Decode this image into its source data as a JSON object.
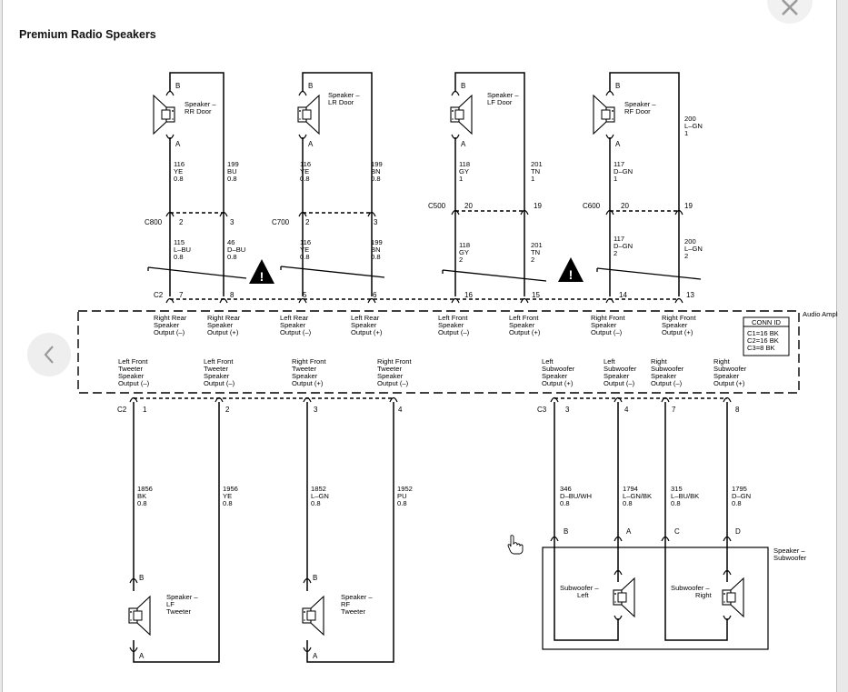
{
  "title": "Premium Radio Speakers",
  "amplifier": {
    "name": "Audio Amplifier",
    "conn_id_title": "CONN ID",
    "conn_id_lines": [
      "C1=16 BK",
      "C2=16 BK",
      "C3=8 BK"
    ]
  },
  "warning_symbol": "!",
  "connectors": {
    "C800a": "C800",
    "C700": "C700",
    "C500": "C500",
    "C600": "C600",
    "C2top": "C2",
    "C2bot": "C2",
    "C3": "C3"
  },
  "speakers": {
    "rr": {
      "name": [
        "Speaker –",
        "RR Door"
      ]
    },
    "lr": {
      "name": [
        "Speaker –",
        "LR Door"
      ]
    },
    "lf": {
      "name": [
        "Speaker –",
        "LF Door"
      ]
    },
    "rf": {
      "name": [
        "Speaker –",
        "RF Door"
      ]
    },
    "lft": {
      "name": [
        "Speaker –",
        "LF",
        "Tweeter"
      ]
    },
    "rft": {
      "name": [
        "Speaker –",
        "RF",
        "Tweeter"
      ]
    },
    "subl": {
      "name": [
        "Subwoofer –",
        "Left"
      ]
    },
    "subr": {
      "name": [
        "Subwoofer –",
        "Right"
      ]
    },
    "sub": {
      "name": [
        "Speaker –",
        "Subwoofer"
      ]
    }
  },
  "pins": {
    "B": "B",
    "A": "A",
    "C": "C",
    "D": "D",
    "c800_2": "2",
    "c800_3": "3",
    "c700_2": "2",
    "c700_3": "3",
    "c500_20": "20",
    "c500_19": "19",
    "c600_20": "20",
    "c600_19": "19",
    "amp_7": "7",
    "amp_8": "8",
    "amp_5": "5",
    "amp_6": "6",
    "amp_16": "16",
    "amp_15": "15",
    "amp_14": "14",
    "amp_13": "13",
    "c2_1": "1",
    "c2_2": "2",
    "c2_3": "3",
    "c2_4": "4",
    "c3_3": "3",
    "c3_4": "4",
    "c3_7": "7",
    "c3_8": "8"
  },
  "wires": {
    "w116a": [
      "116",
      "YE",
      "0.8"
    ],
    "w199a": [
      "199",
      "BU",
      "0.8"
    ],
    "w116b": [
      "116",
      "YE",
      "0.8"
    ],
    "w199b": [
      "199",
      "BN",
      "0.8"
    ],
    "w118a": [
      "118",
      "GY",
      "1"
    ],
    "w201a": [
      "201",
      "TN",
      "1"
    ],
    "w117a": [
      "117",
      "D–GN",
      "1"
    ],
    "w200a": [
      "200",
      "L–GN",
      "1"
    ],
    "w115": [
      "115",
      "L–BU",
      "0.8"
    ],
    "w46": [
      "46",
      "D–BU",
      "0.8"
    ],
    "w116c": [
      "116",
      "YE",
      "0.8"
    ],
    "w199c": [
      "199",
      "BN",
      "0.8"
    ],
    "w118b": [
      "118",
      "GY",
      "2"
    ],
    "w201b": [
      "201",
      "TN",
      "2"
    ],
    "w117b": [
      "117",
      "D–GN",
      "2"
    ],
    "w200b": [
      "200",
      "L–GN",
      "2"
    ],
    "w1856": [
      "1856",
      "BK",
      "0.8"
    ],
    "w1956": [
      "1956",
      "YE",
      "0.8"
    ],
    "w1852": [
      "1852",
      "L–GN",
      "0.8"
    ],
    "w1952": [
      "1952",
      "PU",
      "0.8"
    ],
    "w346": [
      "346",
      "D–BU/WH",
      "0.8"
    ],
    "w1794": [
      "1794",
      "L–GN/BK",
      "0.8"
    ],
    "w315": [
      "315",
      "L–BU/BK",
      "0.8"
    ],
    "w1795": [
      "1795",
      "D–GN",
      "0.8"
    ]
  },
  "outputs": {
    "rr_neg": [
      "Right Rear",
      "Speaker",
      "Output (–)"
    ],
    "rr_pos": [
      "Right Rear",
      "Speaker",
      "Output (+)"
    ],
    "lr_neg": [
      "Left Rear",
      "Speaker",
      "Output (–)"
    ],
    "lr_pos": [
      "Left Rear",
      "Speaker",
      "Output (+)"
    ],
    "lf_neg": [
      "Left Front",
      "Speaker",
      "Output (–)"
    ],
    "lf_pos": [
      "Left Front",
      "Speaker",
      "Output (+)"
    ],
    "rf_neg": [
      "Right Front",
      "Speaker",
      "Output (–)"
    ],
    "rf_pos": [
      "Right Front",
      "Speaker",
      "Output (+)"
    ],
    "lft_neg": [
      "Left Front",
      "Tweeter",
      "Speaker",
      "Output (–)"
    ],
    "lft_neg2": [
      "Left Front",
      "Tweeter",
      "Speaker",
      "Output (–)"
    ],
    "rft_pos": [
      "Right Front",
      "Tweeter",
      "Speaker",
      "Output (+)"
    ],
    "rft_neg": [
      "Right Front",
      "Tweeter",
      "Speaker",
      "Output (–)"
    ],
    "lsub_pos": [
      "Left",
      "Subwoofer",
      "Speaker",
      "Output (+)"
    ],
    "lsub_neg": [
      "Left",
      "Subwoofer",
      "Speaker",
      "Output (–)"
    ],
    "rsub_neg": [
      "Right",
      "Subwoofer",
      "Speaker",
      "Output (–)"
    ],
    "rsub_pos": [
      "Right",
      "Subwoofer",
      "Speaker",
      "Output (+)"
    ]
  },
  "nav": {
    "prev_icon": "‹",
    "close_icon": "×"
  }
}
